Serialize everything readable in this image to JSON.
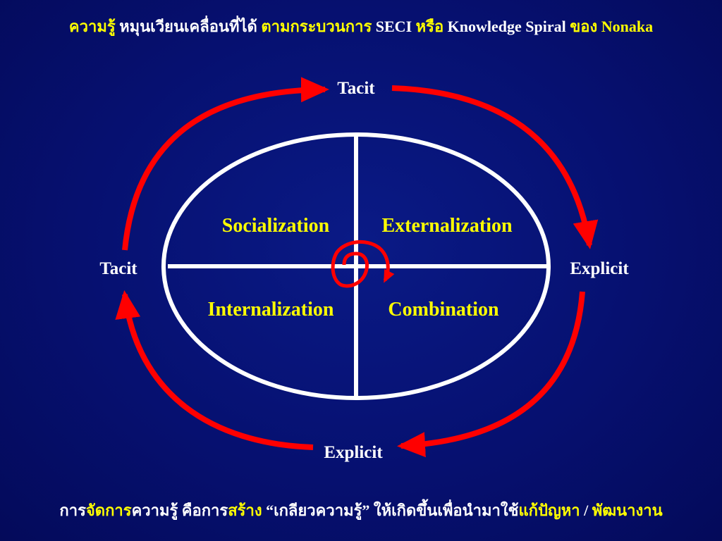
{
  "title": {
    "segments": [
      {
        "text": "ความรู้",
        "color": "yellow"
      },
      {
        "text": " หมุนเวียนเคลื่อนที่ได้ ",
        "color": "white"
      },
      {
        "text": "ตามกระบวนการ",
        "color": "yellow"
      },
      {
        "text": " SECI ",
        "color": "white"
      },
      {
        "text": "หรือ",
        "color": "yellow"
      },
      {
        "text": " Knowledge Spiral ",
        "color": "white"
      },
      {
        "text": "ของ",
        "color": "yellow"
      },
      {
        "text": " Nonaka",
        "color": "yellow"
      }
    ]
  },
  "diagram": {
    "labels": {
      "top": "Tacit",
      "left": "Tacit",
      "right": "Explicit",
      "bottom": "Explicit"
    },
    "quadrants": {
      "top_left": "Socialization",
      "top_right": "Externalization",
      "bottom_left": "Internalization",
      "bottom_right": "Combination"
    },
    "colors": {
      "arrow": "#ff0000",
      "ellipse": "#ffffff",
      "quadrant_text": "#ffff00",
      "label_text": "#ffffff",
      "background": "#061070"
    }
  },
  "footer": {
    "segments": [
      {
        "text": "การ",
        "color": "white"
      },
      {
        "text": "จัดการ",
        "color": "yellow"
      },
      {
        "text": "ความรู้ คือการ",
        "color": "white"
      },
      {
        "text": "สร้าง",
        "color": "yellow"
      },
      {
        "text": " “เกลียวความรู้” ให้เกิดขึ้นเพื่อนำมาใช้",
        "color": "white"
      },
      {
        "text": "แก้ปัญหา",
        "color": "yellow"
      },
      {
        "text": " / ",
        "color": "white"
      },
      {
        "text": "พัฒนางาน",
        "color": "yellow"
      }
    ]
  }
}
